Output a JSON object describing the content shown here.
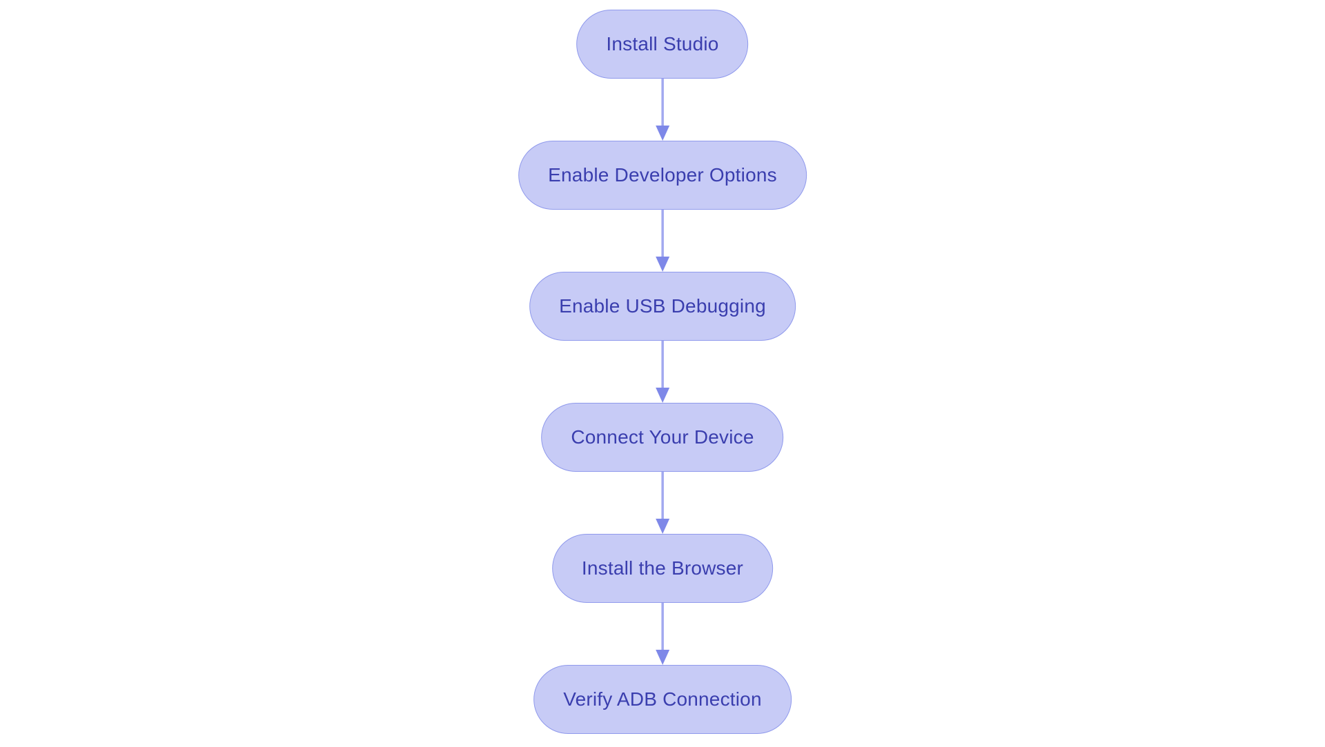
{
  "diagram": {
    "type": "flowchart",
    "direction": "top-to-bottom",
    "nodes": [
      {
        "id": "install-studio",
        "label": "Install Studio"
      },
      {
        "id": "enable-developer-options",
        "label": "Enable Developer Options"
      },
      {
        "id": "enable-usb-debugging",
        "label": "Enable USB Debugging"
      },
      {
        "id": "connect-your-device",
        "label": "Connect Your Device"
      },
      {
        "id": "install-the-browser",
        "label": "Install the Browser"
      },
      {
        "id": "verify-adb-connection",
        "label": "Verify ADB Connection"
      }
    ],
    "edges": [
      {
        "from": "install-studio",
        "to": "enable-developer-options"
      },
      {
        "from": "enable-developer-options",
        "to": "enable-usb-debugging"
      },
      {
        "from": "enable-usb-debugging",
        "to": "connect-your-device"
      },
      {
        "from": "connect-your-device",
        "to": "install-the-browser"
      },
      {
        "from": "install-the-browser",
        "to": "verify-adb-connection"
      }
    ]
  },
  "colors": {
    "background": "#ffffff",
    "node_fill": "#c7cbf6",
    "node_border": "#8f99ec",
    "node_text": "#3a3eae",
    "arrow_shaft": "#a2a9f0",
    "arrow_head": "#7e88e8"
  }
}
